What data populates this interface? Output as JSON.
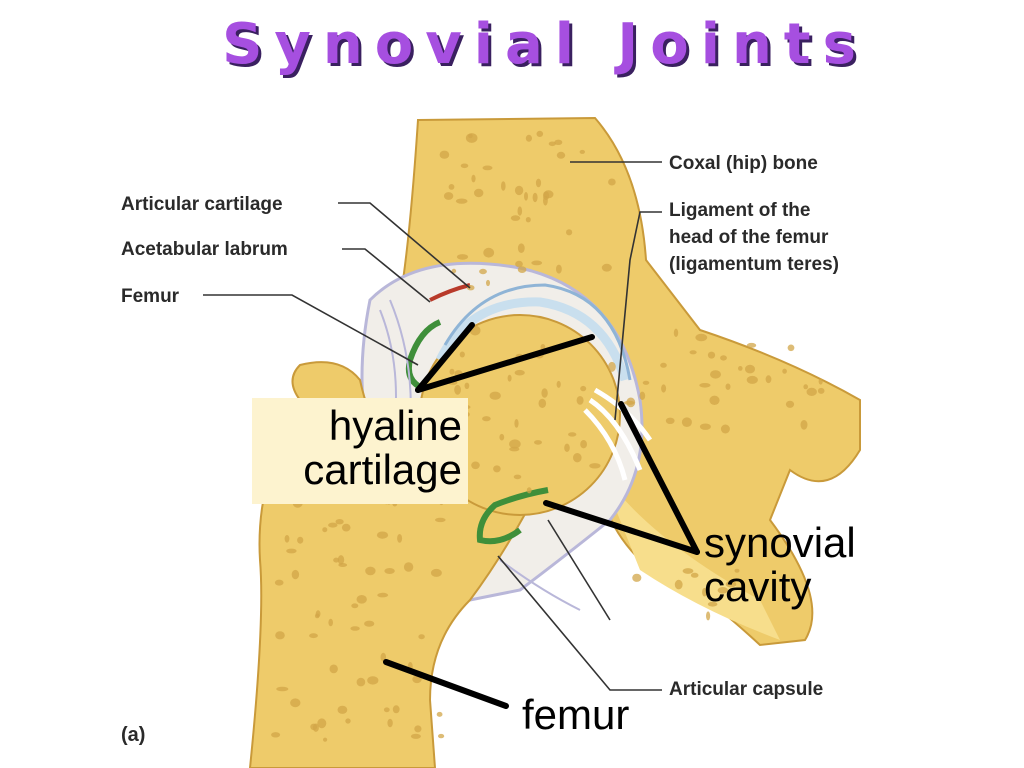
{
  "title": "Synovial Joints",
  "labels": {
    "coxal": "Coxal (hip) bone",
    "ligament": [
      "Ligament of the",
      "head of the femur",
      "(ligamentum teres)"
    ],
    "articular_cartilage": "Articular cartilage",
    "acetabular_labrum": "Acetabular labrum",
    "femur_small": "Femur",
    "articular_capsule": "Articular capsule",
    "panel": "(a)"
  },
  "callouts": {
    "hyaline": [
      "hyaline",
      "cartilage"
    ],
    "synovial": [
      "synovial",
      "cavity"
    ],
    "femur": "femur"
  },
  "colors": {
    "title": "#a64fe0",
    "bone": "#eecb6a",
    "bone_light": "#f7de8c",
    "cartilage": "#c9dfee",
    "labrum": "#3f8f3a",
    "pore": "#c89a3c"
  }
}
